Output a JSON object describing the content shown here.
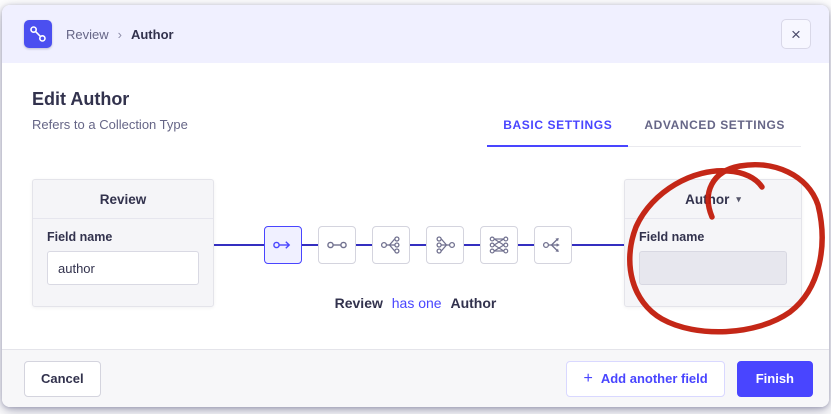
{
  "colors": {
    "accent": "#4945ff",
    "header_bg": "#f0f0ff",
    "relation_line": "#342fc0",
    "annotation_red": "#c11b0b"
  },
  "header": {
    "breadcrumb_parent": "Review",
    "breadcrumb_separator": "›",
    "breadcrumb_current": "Author",
    "close_label": "×"
  },
  "page": {
    "title": "Edit Author",
    "subtitle": "Refers to a Collection Type"
  },
  "tabs": [
    {
      "label": "BASIC SETTINGS",
      "active": true
    },
    {
      "label": "ADVANCED SETTINGS",
      "active": false
    }
  ],
  "source_card": {
    "title": "Review",
    "field_label": "Field name",
    "field_value": "author"
  },
  "target_card": {
    "title": "Author",
    "caret": "▾",
    "field_label": "Field name",
    "field_value": ""
  },
  "relation_types": [
    {
      "name": "one-way",
      "selected": true
    },
    {
      "name": "one-to-one",
      "selected": false
    },
    {
      "name": "one-to-many",
      "selected": false
    },
    {
      "name": "many-to-one",
      "selected": false
    },
    {
      "name": "many-to-many",
      "selected": false
    },
    {
      "name": "many-way",
      "selected": false
    }
  ],
  "relation_sentence": {
    "source": "Review",
    "verb": "has one",
    "target": "Author"
  },
  "footer": {
    "cancel_label": "Cancel",
    "add_icon": "+",
    "add_label": "Add another field",
    "finish_label": "Finish"
  }
}
